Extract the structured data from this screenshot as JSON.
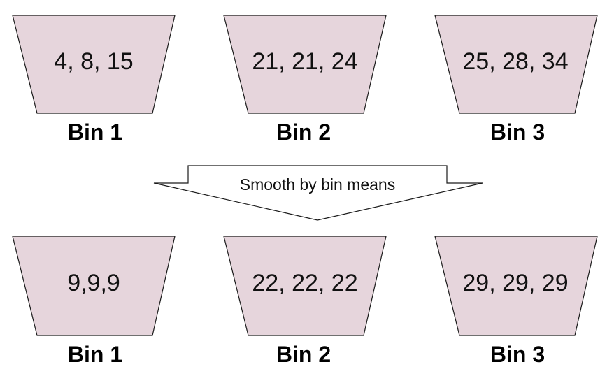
{
  "top_row": {
    "bins": [
      {
        "values": "4, 8, 15",
        "label": "Bin 1"
      },
      {
        "values": "21, 21, 24",
        "label": "Bin 2"
      },
      {
        "values": "25, 28, 34",
        "label": "Bin 3"
      }
    ]
  },
  "arrow": {
    "label": "Smooth by bin means"
  },
  "bottom_row": {
    "bins": [
      {
        "values": "9,9,9",
        "label": "Bin 1"
      },
      {
        "values": "22, 22, 22",
        "label": "Bin 2"
      },
      {
        "values": "29, 29, 29",
        "label": "Bin 3"
      }
    ]
  },
  "colors": {
    "bin_fill": "#e6d5dc",
    "outline": "#1a1a1a"
  }
}
